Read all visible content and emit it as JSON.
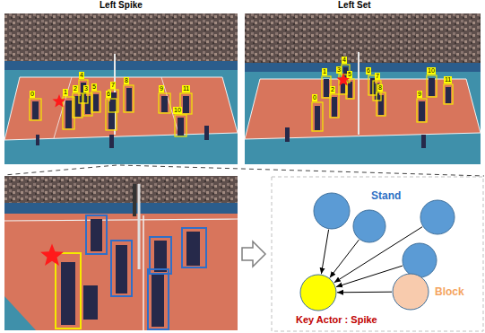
{
  "diagram": {
    "nodes": [
      {
        "text": []
      },
      {
        "text": [
          "Stand"
        ]
      },
      {
        "text": []
      },
      {
        "text": []
      },
      {
        "text": [
          "Key Actor : Spike"
        ]
      },
      {
        "text": [
          "Block"
        ]
      }
    ],
    "edges": [
      {
        "from": 0,
        "to": 4,
        "arrow": "to"
      },
      {
        "from": 1,
        "to": 4,
        "arrow": "to"
      },
      {
        "from": 2,
        "to": 4,
        "arrow": "to"
      },
      {
        "from": 3,
        "to": 4,
        "arrow": "to"
      },
      {
        "from": 5,
        "to": 4,
        "arrow": "to"
      }
    ],
    "labels": [
      "Left Spike",
      "Left Set",
      "0",
      "1",
      "2",
      "3",
      "4",
      "5",
      "6",
      "7",
      "8",
      "9",
      "10",
      "11",
      "0",
      "1",
      "2",
      "3",
      "4",
      "5",
      "6",
      "7",
      "8",
      "9",
      "10",
      "11"
    ]
  }
}
